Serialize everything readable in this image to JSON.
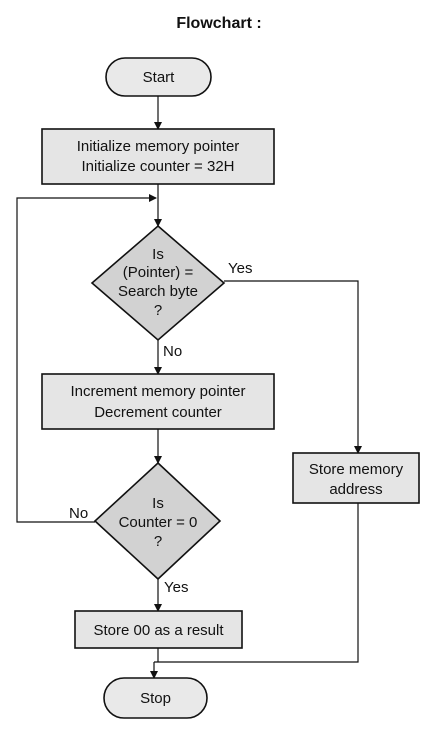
{
  "title": "Flowchart :",
  "nodes": {
    "start": "Start",
    "init": [
      "Initialize memory pointer",
      "Initialize counter = 32H"
    ],
    "decision1": [
      "Is",
      "(Pointer) =",
      "Search byte",
      "?"
    ],
    "increment": [
      "Increment memory pointer",
      "Decrement counter"
    ],
    "store_address": [
      "Store memory",
      "address"
    ],
    "decision2": [
      "Is",
      "Counter = 0",
      "?"
    ],
    "store_result": "Store 00 as a result",
    "stop": "Stop"
  },
  "edges": {
    "d1_yes": "Yes",
    "d1_no": "No",
    "d2_no": "No",
    "d2_yes": "Yes"
  },
  "colors": {
    "box_fill": "#e5e5e5",
    "decision_fill": "#d2d2d2",
    "terminal_fill": "#e9e9e9",
    "stroke": "#111111"
  }
}
